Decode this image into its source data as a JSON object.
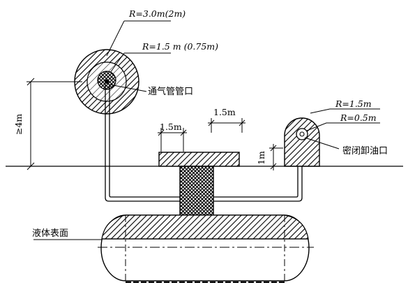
{
  "labels": {
    "r_vent_outer": "R=3.0m(2m)",
    "r_vent_inner": "R=1.5 m (0.75m)",
    "vent_outlet": "通气管管口",
    "height_4m": "≥4m",
    "dim_15_left": "1.5m",
    "dim_15_right": "1.5m",
    "dim_1m": "1m",
    "r_unload_outer": "R=1.5m",
    "r_unload_inner": "R=0.5m",
    "unload_port": "密闭卸油口",
    "liquid_surface": "液体表面"
  },
  "colors": {
    "line": "#000000",
    "hatch": "#000000",
    "background": "#ffffff"
  }
}
